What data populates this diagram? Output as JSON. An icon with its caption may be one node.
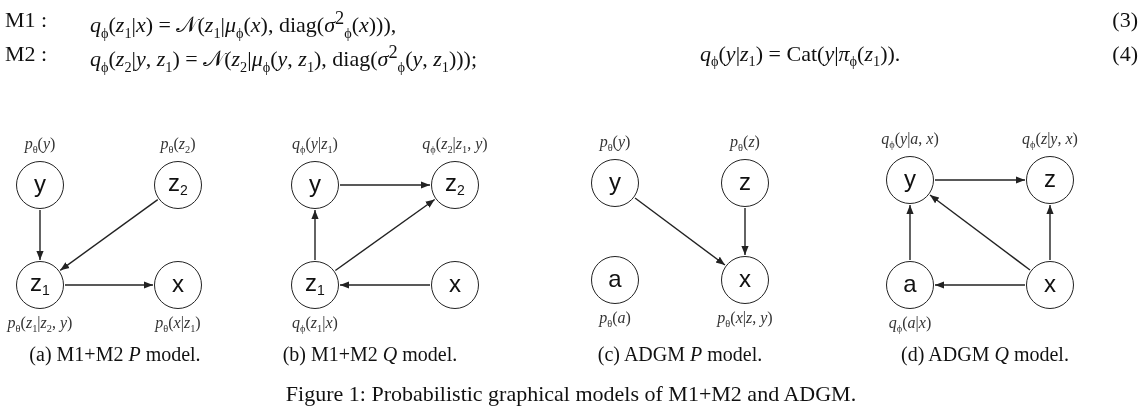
{
  "diagram": {
    "caption": "Figure 1: Probabilistic graphical models of M1+M2 and ADGM.",
    "nodes": [
      {
        "text": [
          "y"
        ],
        "beside": [
          "*p*$_{θ}$(*y*)"
        ]
      },
      {
        "text": [
          "z$_{2}$"
        ],
        "beside": [
          "*p*$_{θ}$(*z*$_{2}$)"
        ]
      },
      {
        "text": [
          "z$_{1}$"
        ],
        "beside": [
          "*p*$_{θ}$(*z*$_{1}$|*z*$_{2}$, *y*)"
        ]
      },
      {
        "text": [
          "x"
        ],
        "beside": [
          "*p*$_{θ}$(*x*|*z*$_{1}$)"
        ]
      },
      {
        "text": [
          "y"
        ],
        "beside": [
          "*q*$_{ϕ}$(*y*|*z*$_{1}$)"
        ]
      },
      {
        "text": [
          "z$_{2}$"
        ],
        "beside": [
          "*q*$_{ϕ}$(*z*$_{2}$|*z*$_{1}$, *y*)"
        ]
      },
      {
        "text": [
          "z$_{1}$"
        ],
        "beside": [
          "*q*$_{ϕ}$(*z*$_{1}$|*x*)"
        ]
      },
      {
        "text": [
          "x"
        ]
      },
      {
        "text": [
          "y"
        ],
        "beside": [
          "*p*$_{θ}$(*y*)"
        ]
      },
      {
        "text": [
          "z"
        ],
        "beside": [
          "*p*$_{θ}$(*z*)"
        ]
      },
      {
        "text": [
          "a"
        ],
        "beside": [
          "*p*$_{θ}$(*a*)"
        ]
      },
      {
        "text": [
          "x"
        ],
        "beside": [
          "*p*$_{θ}$(*x*|*z*, *y*)"
        ]
      },
      {
        "text": [
          "y"
        ],
        "beside": [
          "*q*$_{ϕ}$(*y*|*a*, *x*)"
        ]
      },
      {
        "text": [
          "z"
        ],
        "beside": [
          "*q*$_{ϕ}$(*z*|*y*, *x*)"
        ]
      },
      {
        "text": [
          "a"
        ],
        "beside": [
          "*q*$_{ϕ}$(*a*|*x*)"
        ]
      },
      {
        "text": [
          "x"
        ]
      }
    ],
    "edges": [
      {
        "from": 0,
        "to": 2,
        "arrow": "to"
      },
      {
        "from": 1,
        "to": 2,
        "arrow": "to"
      },
      {
        "from": 2,
        "to": 3,
        "arrow": "to"
      },
      {
        "from": 4,
        "to": 5,
        "arrow": "to"
      },
      {
        "from": 6,
        "to": 4,
        "arrow": "to"
      },
      {
        "from": 6,
        "to": 5,
        "arrow": "to"
      },
      {
        "from": 7,
        "to": 6,
        "arrow": "to"
      },
      {
        "from": 8,
        "to": 11,
        "arrow": "to"
      },
      {
        "from": 9,
        "to": 11,
        "arrow": "to"
      },
      {
        "from": 12,
        "to": 13,
        "arrow": "to"
      },
      {
        "from": 14,
        "to": 12,
        "arrow": "to"
      },
      {
        "from": 15,
        "to": 12,
        "arrow": "to"
      },
      {
        "from": 15,
        "to": 13,
        "arrow": "to"
      },
      {
        "from": 15,
        "to": 14,
        "arrow": "to"
      }
    ],
    "labels": [
      "M1 :",
      "*q*$_{ϕ}$(*z*$_{1}$|*x*) = 𝒩(*z*$_{1}$|*μ*$_{ϕ}$(*x*), diag(*σ*$^{2}$$_{ϕ}$(*x*))),",
      "(3)",
      "M2 :",
      "*q*$_{ϕ}$(*z*$_{2}$|*y*, *z*$_{1}$) = 𝒩(*z*$_{2}$|*μ*$_{ϕ}$(*y*, *z*$_{1}$), diag(*σ*$^{2}$$_{ϕ}$(*y*, *z*$_{1}$)));",
      "*q*$_{ϕ}$(*y*|*z*$_{1}$) = Cat(*y*|*π*$_{ϕ}$(*z*$_{1}$)).",
      "(4)",
      "(a) M1+M2 *P* model.",
      "(b) M1+M2 *Q* model.",
      "(c) ADGM *P* model.",
      "(d) ADGM *Q* model."
    ]
  }
}
